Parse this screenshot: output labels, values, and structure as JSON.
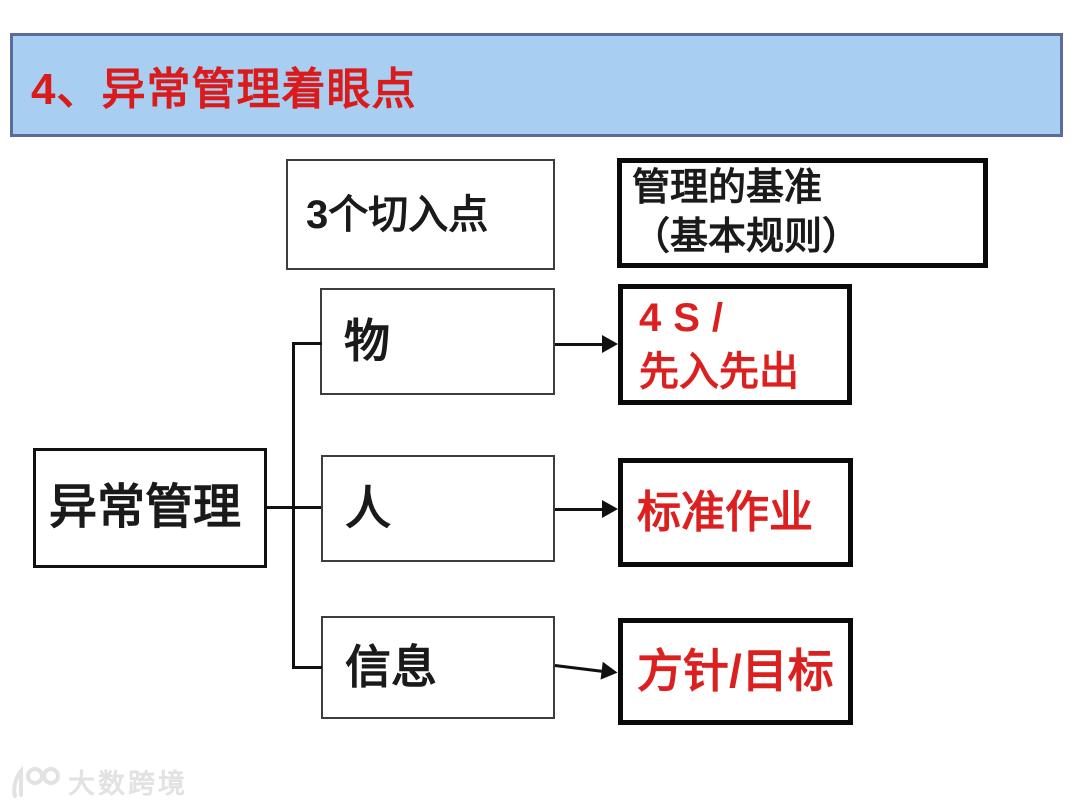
{
  "slide": {
    "title": "4、异常管理着眼点"
  },
  "colors": {
    "title_bar_bg": "#a8cef2",
    "title_bar_border": "#5c6b9c",
    "title_text": "#da1b1b",
    "standard_text_red": "#dc1f1f",
    "line_black": "#111111",
    "watermark_gray": "#e2e2e2"
  },
  "diagram": {
    "entry_header": {
      "label": "3个切入点"
    },
    "standards_header": {
      "line1": "管理的基准",
      "line2": "（基本规则）"
    },
    "root": {
      "label": "异常管理"
    },
    "rows": [
      {
        "source": "物",
        "target_lines": [
          "4S/",
          "先入先出"
        ]
      },
      {
        "source": "人",
        "target_lines": [
          "标准作业"
        ]
      },
      {
        "source": "信息",
        "target_lines": [
          "方针/目标"
        ]
      }
    ]
  },
  "watermark": {
    "logo": "100",
    "brand": "大数跨境"
  }
}
